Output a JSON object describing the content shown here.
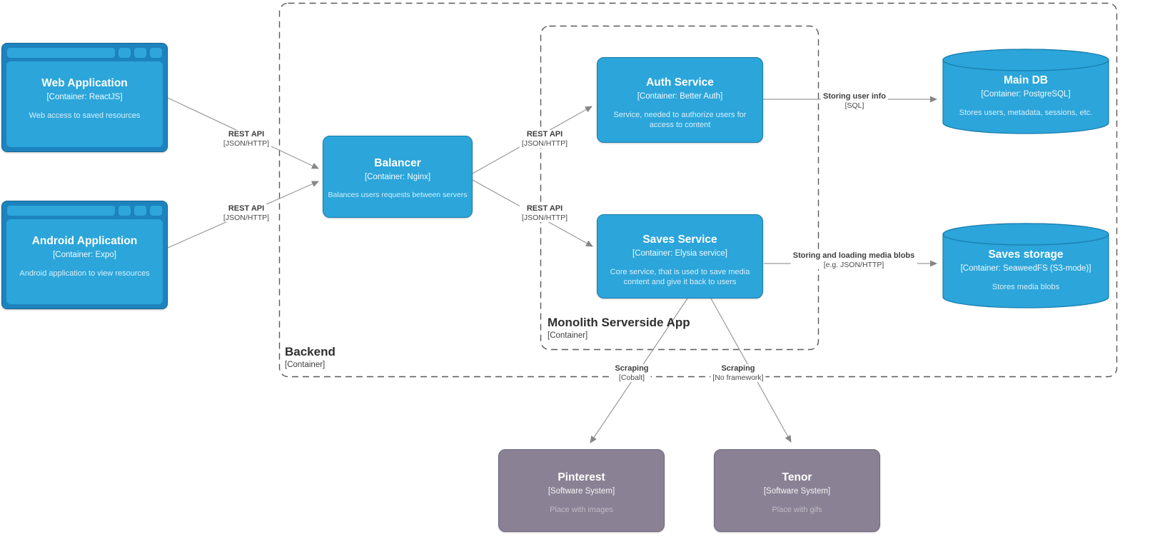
{
  "boundaries": {
    "backend": {
      "title": "Backend",
      "type_label": "[Container]"
    },
    "monolith": {
      "title": "Monolith Serverside App",
      "type_label": "[Container]"
    }
  },
  "nodes": {
    "web_application": {
      "title": "Web Application",
      "type_label": "[Container: ReactJS]",
      "description": "Web access to saved resources"
    },
    "android_application": {
      "title": "Android Application",
      "type_label": "[Container: Expo]",
      "description": "Android application to view resources"
    },
    "balancer": {
      "title": "Balancer",
      "type_label": "[Container: Nginx]",
      "description": "Balances users requests between servers"
    },
    "auth_service": {
      "title": "Auth Service",
      "type_label": "[Container: Better Auth]",
      "description": "Service, needed to authorize users for access to content"
    },
    "saves_service": {
      "title": "Saves Service",
      "type_label": "[Container: Elysia service]",
      "description": "Core service, that is used to save media content and give it back to users"
    },
    "main_db": {
      "title": "Main DB",
      "type_label": "[Container: PostgreSQL]",
      "description": "Stores users, metadata, sessions, etc."
    },
    "saves_storage": {
      "title": "Saves storage",
      "type_label": "[Container: SeaweedFS (S3-mode)]",
      "description": "Stores media blobs"
    },
    "pinterest": {
      "title": "Pinterest",
      "type_label": "[Software System]",
      "description": "Place with images"
    },
    "tenor": {
      "title": "Tenor",
      "type_label": "[Software System]",
      "description": "Place with gifs"
    }
  },
  "edges": {
    "web_to_balancer": {
      "label": "REST API",
      "tech": "[JSON/HTTP]"
    },
    "android_to_balancer": {
      "label": "REST API",
      "tech": "[JSON/HTTP]"
    },
    "balancer_to_auth": {
      "label": "REST API",
      "tech": "[JSON/HTTP]"
    },
    "balancer_to_saves": {
      "label": "REST API",
      "tech": "[JSON/HTTP]"
    },
    "auth_to_main_db": {
      "label": "Storing user info",
      "tech": "[SQL]"
    },
    "saves_to_storage": {
      "label": "Storing and loading media blobs",
      "tech": "[e.g. JSON/HTTP]"
    },
    "saves_to_pinterest": {
      "label": "Scraping",
      "tech": "[Cobalt]"
    },
    "saves_to_tenor": {
      "label": "Scraping",
      "tech": "[No framework]"
    }
  },
  "colors": {
    "container_fill": "#2ba5da",
    "container_border": "#1a7cab",
    "browser_frame": "#1d83bd",
    "external_system_fill": "#8a8194",
    "external_system_border": "#6f6880",
    "edge_line": "#9a9a9a",
    "arrowhead": "#868686",
    "boundary_dash": "#595959",
    "edge_label_text": "#3f3f3f"
  }
}
